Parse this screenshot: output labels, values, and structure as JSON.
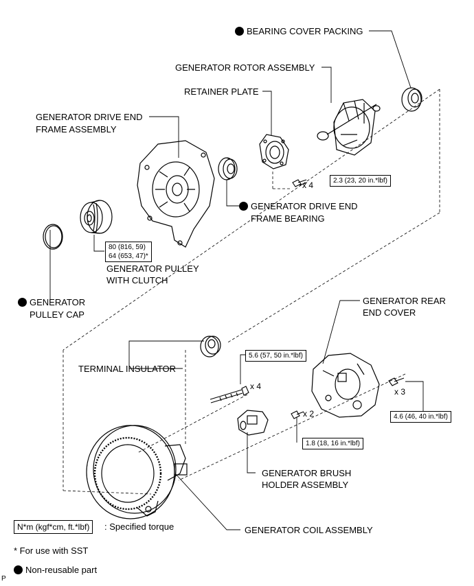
{
  "labels": {
    "bearing_cover_packing": "BEARING COVER PACKING",
    "rotor_l1": "GENERATOR ROTOR ASSEMBLY",
    "retainer_plate": "RETAINER PLATE",
    "drive_end_frame_l1": "GENERATOR DRIVE END",
    "drive_end_frame_l2": "FRAME ASSEMBLY",
    "drive_end_bearing_l1": "GENERATOR DRIVE END",
    "drive_end_bearing_l2": "FRAME BEARING",
    "pulley_l1": "GENERATOR PULLEY",
    "pulley_l2": "WITH CLUTCH",
    "pulley_cap_l1": "GENERATOR",
    "pulley_cap_l2": "PULLEY CAP",
    "rear_cover_l1": "GENERATOR REAR",
    "rear_cover_l2": "END COVER",
    "terminal_insulator": "TERMINAL INSULATOR",
    "brush_holder_l1": "GENERATOR BRUSH",
    "brush_holder_l2": "HOLDER ASSEMBLY",
    "coil_assembly": "GENERATOR COIL ASSEMBLY"
  },
  "torques": {
    "retainer_bolts": "2.3 (23, 20 in.*lbf)",
    "pulley_l1": "80 (816, 59)",
    "pulley_l2": "64 (653, 47)*",
    "through_bolts": "5.6 (57, 50 in.*lbf)",
    "rear_cover_nuts": "4.6 (46, 40 in.*lbf)",
    "brush_holder_screws": "1.8 (18, 16 in.*lbf)"
  },
  "quantities": {
    "retainer_bolts": "x 4",
    "through_bolts": "x 4",
    "rear_cover_nuts": "x 3",
    "brush_holder_screws": "x 2"
  },
  "legend": {
    "torque_box": "N*m (kgf*cm, ft.*lbf)",
    "torque_text": ": Specified torque",
    "sst_note": "* For use with SST",
    "nonreusable": "Non-reusable part",
    "corner_mark": "P"
  }
}
